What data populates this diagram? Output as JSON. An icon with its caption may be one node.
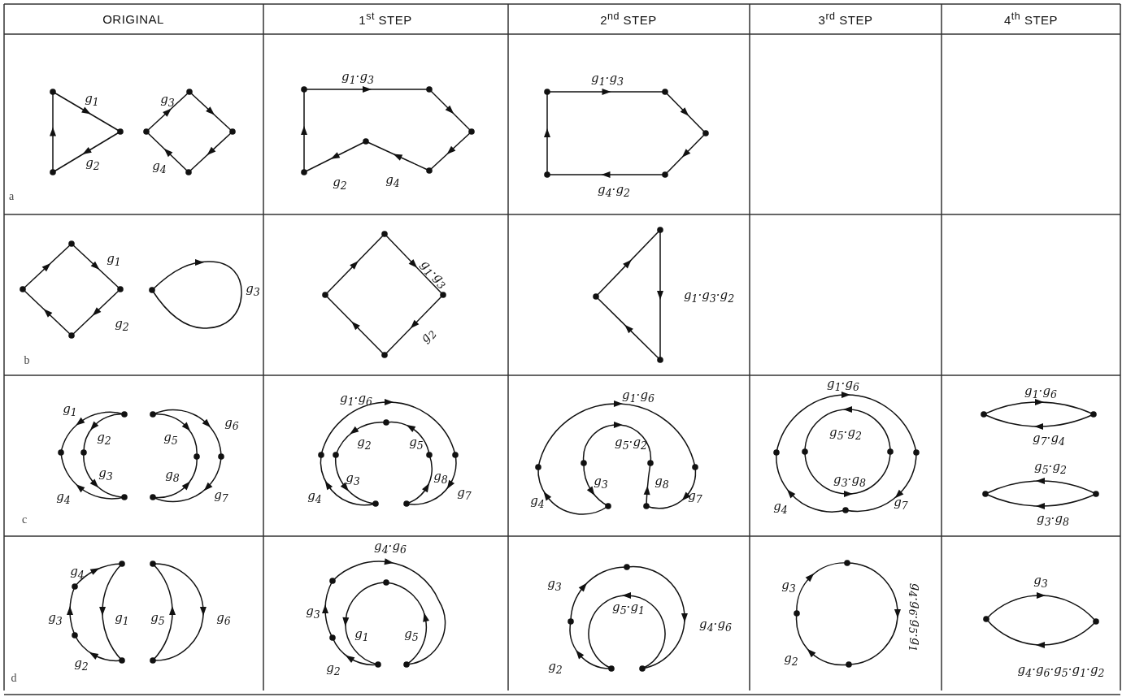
{
  "diagram": {
    "labels": [
      "ORIGINAL",
      "1$^{st}$ STEP",
      "2$^{nd}$ STEP",
      "3$^{rd}$ STEP",
      "4$^{th}$ STEP",
      "g$_{1}$",
      "g$_{3}$",
      "g$_{2}$",
      "g$_{4}$",
      "g$_{1}$·g$_{3}$",
      "g$_{2}$",
      "g$_{4}$",
      "g$_{1}$·g$_{3}$",
      "g$_{4}$·g$_{2}$",
      "a",
      "g$_{1}$",
      "g$_{3}$",
      "g$_{2}$",
      "g$_{1}$·g$_{3}$",
      "g$_{2}$",
      "g$_{1}$·g$_{3}$·g$_{2}$",
      "b",
      "g$_{1}$",
      "g$_{2}$",
      "g$_{5}$",
      "g$_{6}$",
      "g$_{3}$",
      "g$_{8}$",
      "g$_{4}$",
      "g$_{7}$",
      "g$_{1}$·g$_{6}$",
      "g$_{2}$",
      "g$_{5}$",
      "g$_{3}$",
      "g$_{8}$",
      "g$_{4}$",
      "g$_{7}$",
      "g$_{1}$·g$_{6}$",
      "g$_{5}$·g$_{2}$",
      "g$_{3}$",
      "g$_{8}$",
      "g$_{4}$",
      "g$_{7}$",
      "g$_{1}$·g$_{6}$",
      "g$_{5}$·g$_{2}$",
      "g$_{3}$·g$_{8}$",
      "g$_{4}$",
      "g$_{7}$",
      "g$_{1}$·g$_{6}$",
      "g$_{7}$·g$_{4}$",
      "g$_{5}$·g$_{2}$",
      "g$_{3}$·g$_{8}$",
      "c",
      "g$_{4}$",
      "g$_{3}$",
      "g$_{1}$",
      "g$_{5}$",
      "g$_{6}$",
      "g$_{2}$",
      "g$_{4}$·g$_{6}$",
      "g$_{3}$",
      "g$_{1}$",
      "g$_{5}$",
      "g$_{2}$",
      "g$_{3}$",
      "g$_{5}$·g$_{1}$",
      "g$_{4}$·g$_{6}$",
      "g$_{2}$",
      "g$_{3}$",
      "g$_{4}$·g$_{6}$·g$_{5}$·g$_{1}$",
      "g$_{2}$",
      "g$_{3}$",
      "g$_{4}$·g$_{6}$·g$_{5}$·g$_{1}$·g$_{2}$",
      "d"
    ]
  }
}
